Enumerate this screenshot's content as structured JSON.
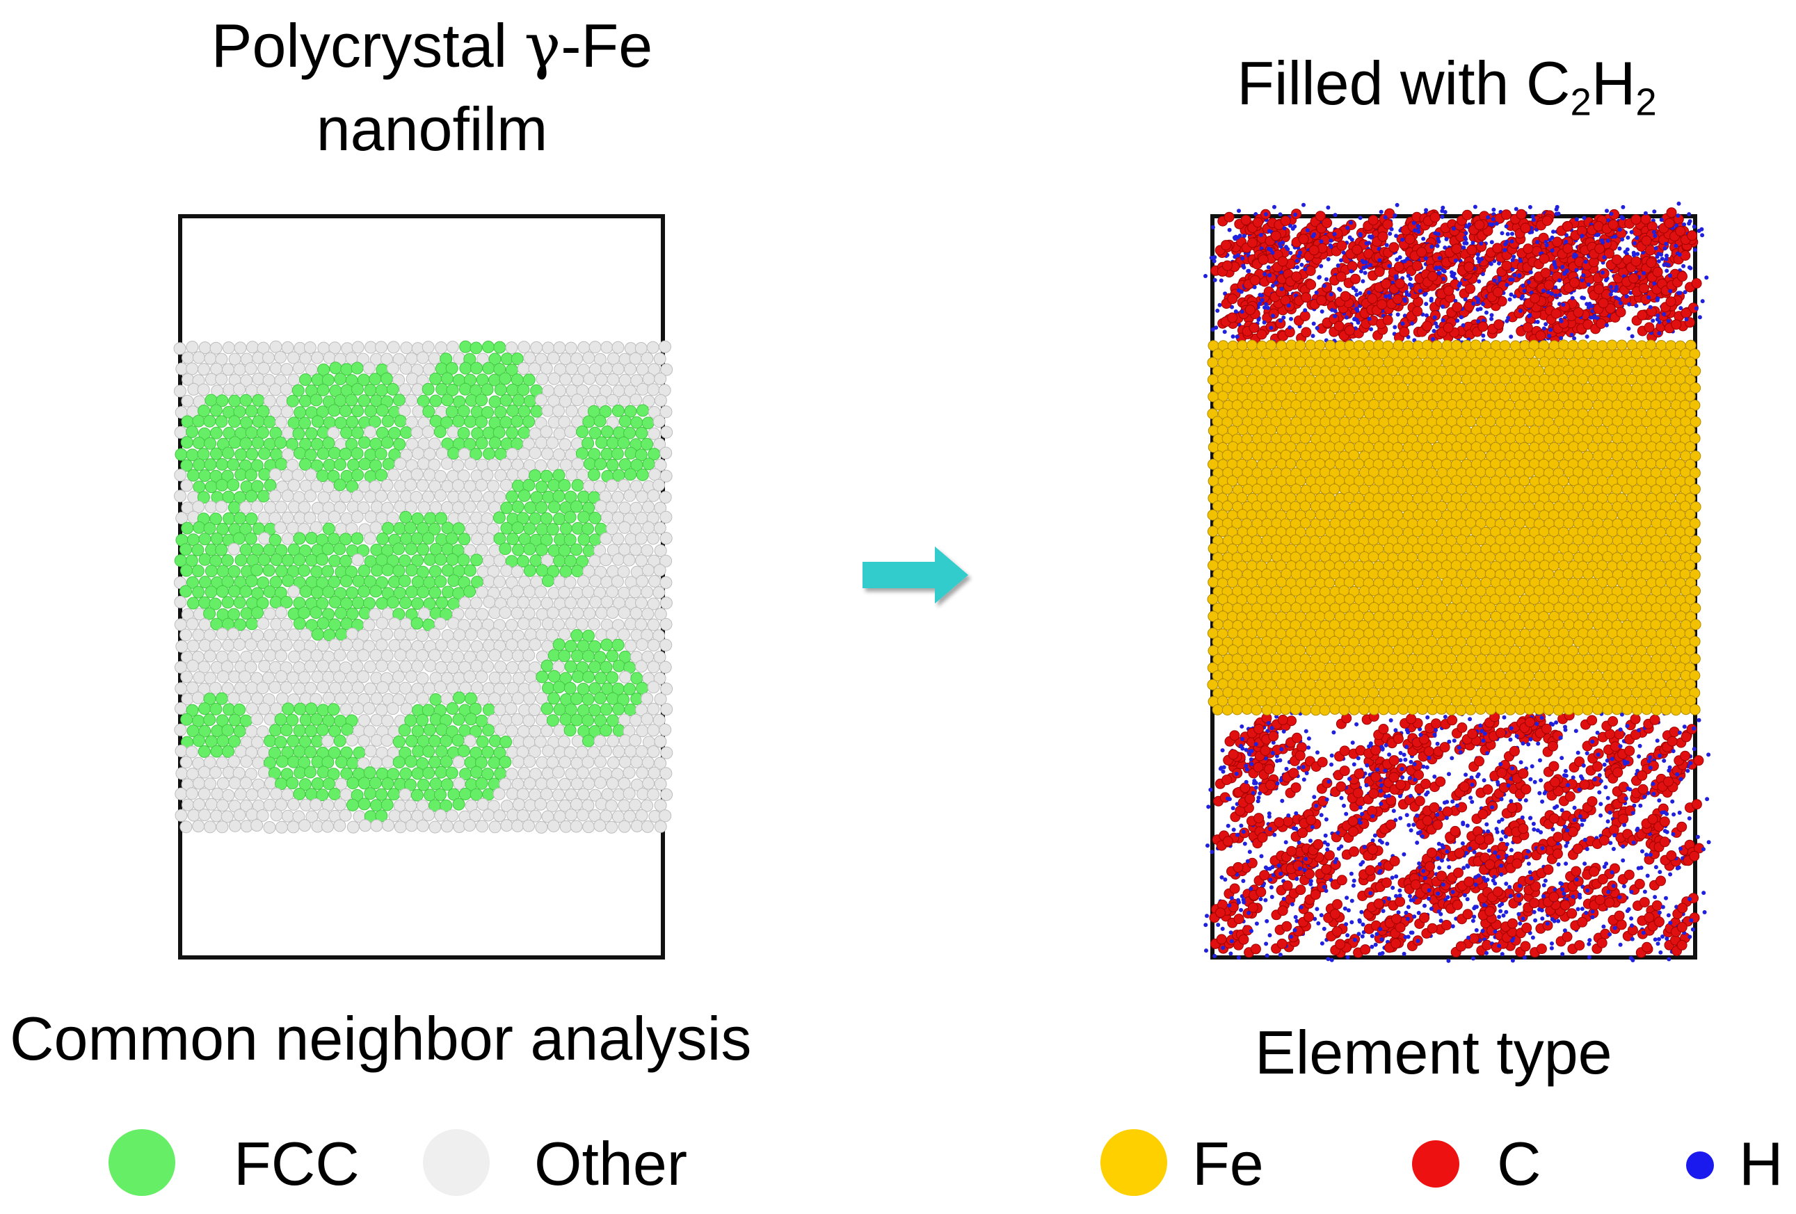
{
  "left_panel": {
    "title_line1_prefix": "Polycrystal ",
    "title_line1_greek": "γ",
    "title_line1_suffix": "-Fe",
    "title_line2": "nanofilm",
    "caption": "Common neighbor analysis",
    "legend": [
      {
        "label": "FCC",
        "color": "#66ee66"
      },
      {
        "label": "Other",
        "color": "#efefef"
      }
    ]
  },
  "right_panel": {
    "title_main": "Filled with C",
    "title_sub1": "2",
    "title_mid": "H",
    "title_sub2": "2",
    "caption": "Element type",
    "legend": [
      {
        "label": "Fe",
        "color": "#ffd000"
      },
      {
        "label": "C",
        "color": "#ee1111"
      },
      {
        "label": "H",
        "color": "#1a1aee"
      }
    ]
  },
  "arrow": {
    "color": "#33cccc",
    "icon": "right-arrow-icon"
  },
  "colors": {
    "fcc": "#66ee66",
    "other": "#e6e6e6",
    "fe": "#f2c200",
    "carbon": "#e01010",
    "hydrogen": "#2020dd",
    "box_border": "#111111"
  }
}
